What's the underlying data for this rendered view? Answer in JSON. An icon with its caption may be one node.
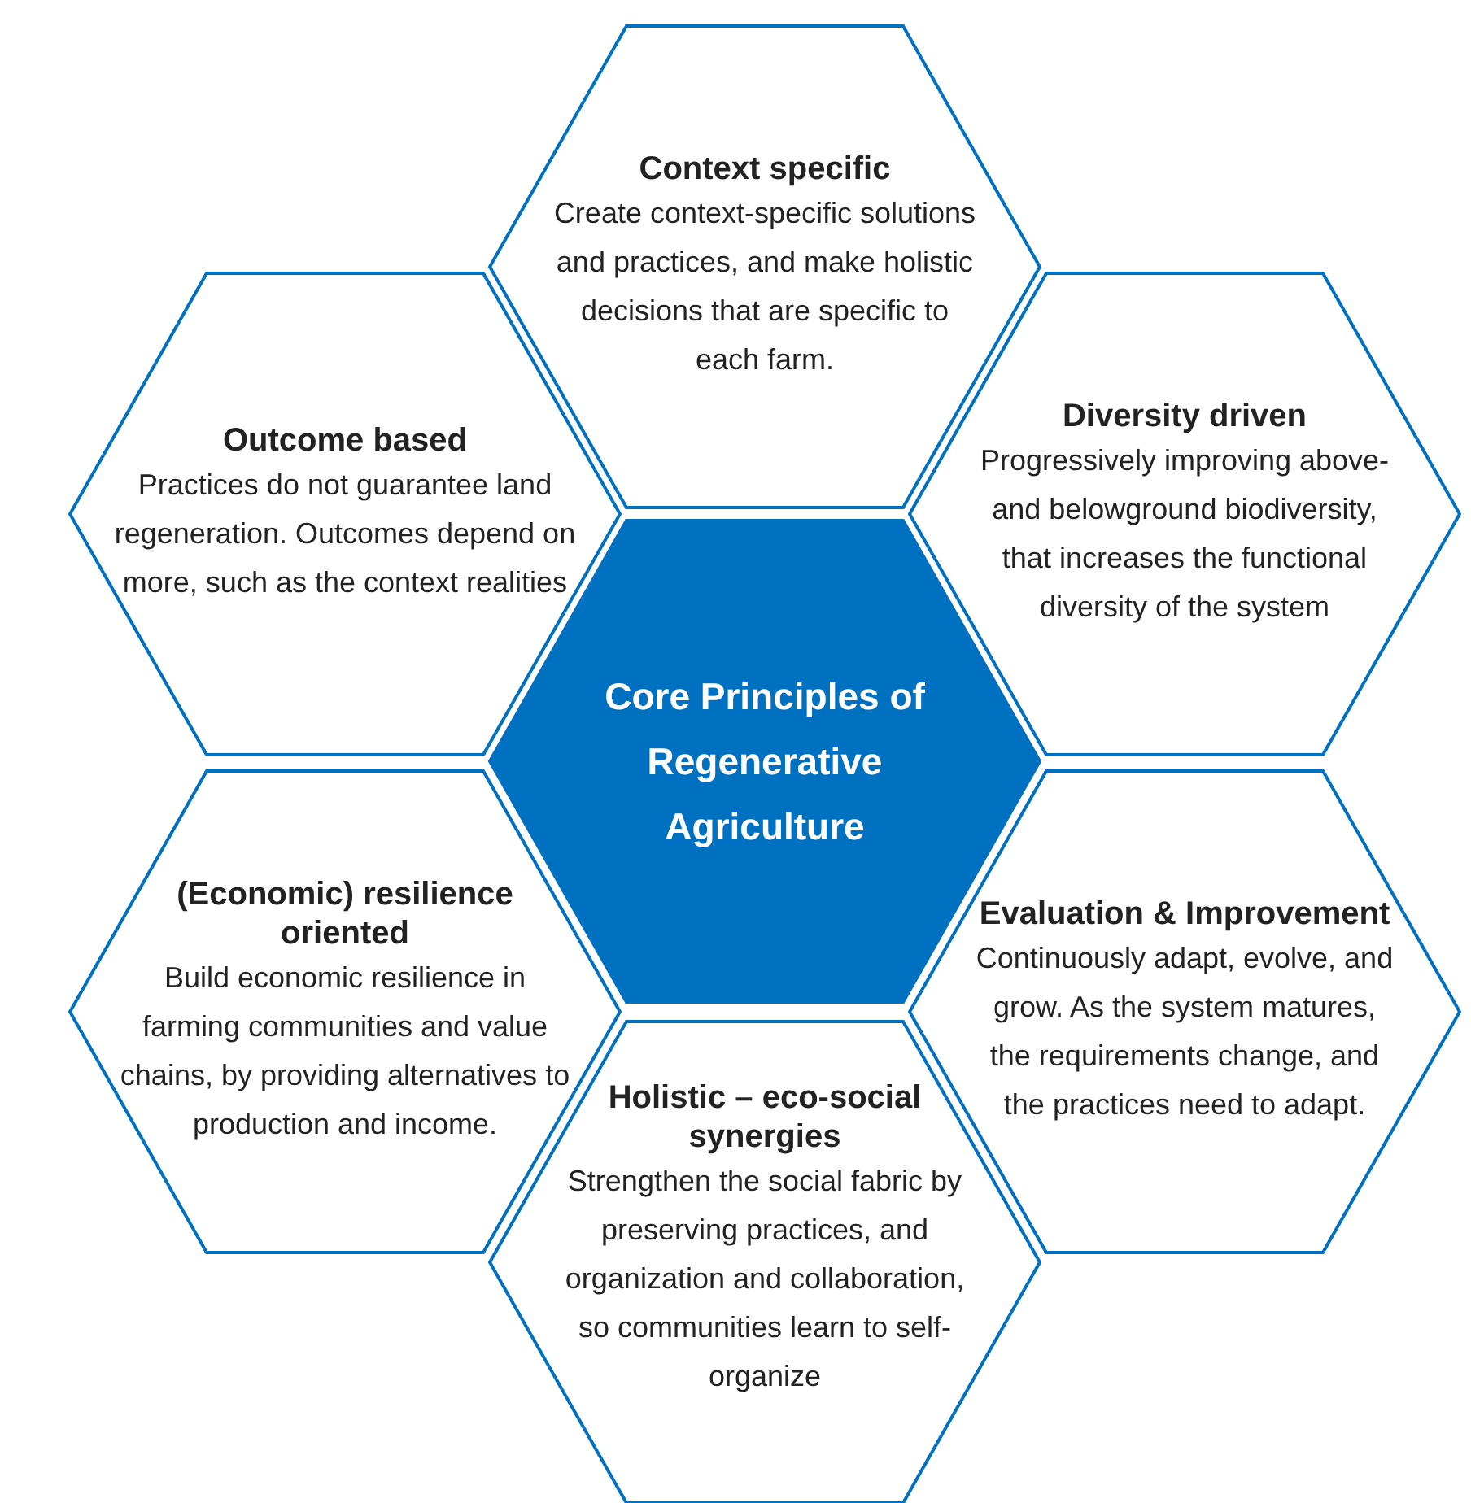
{
  "diagram": {
    "nodes": [
      {
        "text": [
          "Context specific",
          "Create context-specific solutions and practices, and make holistic decisions that are specific to each farm."
        ]
      },
      {
        "text": [
          "Outcome based",
          "Practices do not guarantee land regeneration. Outcomes depend on more, such as the context realities"
        ]
      },
      {
        "text": [
          "Diversity driven",
          "Progressively improving above- and belowground biodiversity, that increases the functional diversity of the system"
        ]
      },
      {
        "text": [
          "Core Principles of Regenerative Agriculture"
        ]
      },
      {
        "text": [
          "(Economic) resilience oriented",
          "Build economic resilience in farming communities and value chains, by providing alternatives to production and income."
        ]
      },
      {
        "text": [
          "Evaluation & Improvement",
          "Continuously adapt, evolve, and grow. As the system matures, the requirements change, and the practices need to adapt."
        ]
      },
      {
        "text": [
          "Holistic – eco-social synergies",
          "Strengthen the social fabric by preserving practices, and organization and collaboration, so communities learn to self-organize"
        ]
      }
    ]
  }
}
